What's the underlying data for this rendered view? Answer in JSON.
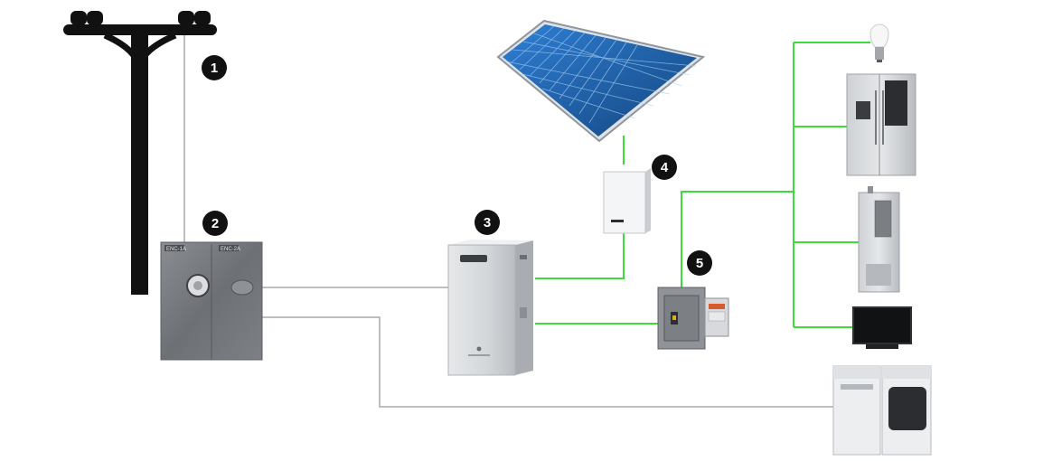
{
  "badges": [
    "1",
    "2",
    "3",
    "4",
    "5"
  ],
  "meter_labels": [
    "ENC-1A",
    "ENC-2A"
  ],
  "colors": {
    "green_wire": "#3ddc3d",
    "grey_wire": "#a8a8a8",
    "pole": "#111111",
    "badge": "#111111",
    "panel_blue": "#1b5fae"
  },
  "components": [
    "utility-pole",
    "electric-meter",
    "battery-storage-unit",
    "solar-panel",
    "solar-inverter",
    "critical-loads-panel",
    "light-bulb",
    "refrigerator",
    "water-heater",
    "television",
    "washer-dryer"
  ]
}
